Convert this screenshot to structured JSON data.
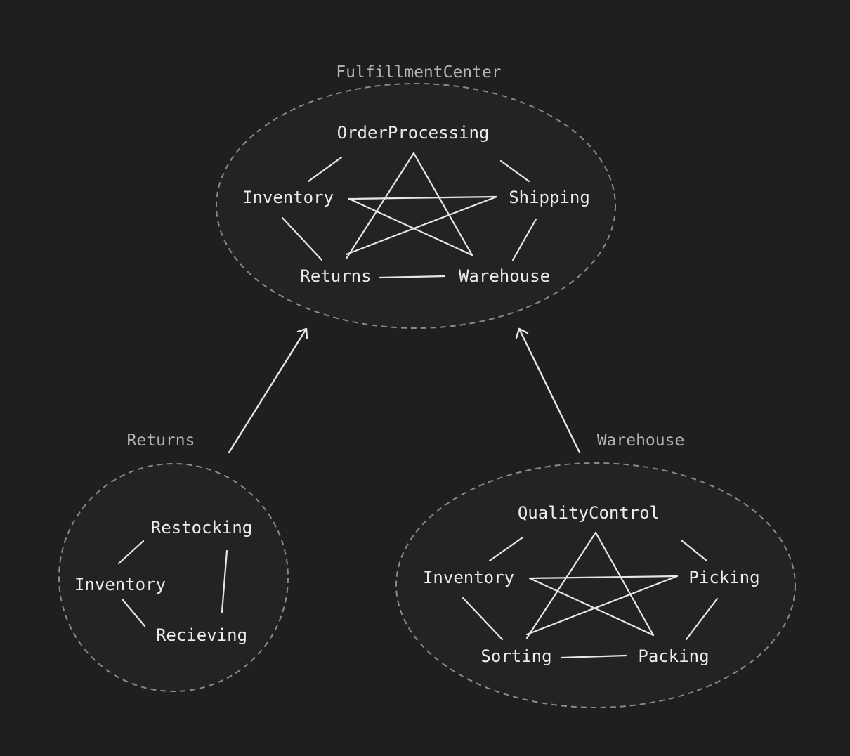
{
  "diagram": {
    "colors": {
      "background": "#1e1f21",
      "cluster_fill": "#232323",
      "cluster_stroke": "#8a8a8a",
      "edge": "#e6e6e6",
      "node_text": "#ececec",
      "cluster_text": "#b4b4b4"
    },
    "clusters": {
      "fulfillment": {
        "label": "FulfillmentCenter",
        "nodes": {
          "order_processing": "OrderProcessing",
          "inventory": "Inventory",
          "shipping": "Shipping",
          "returns": "Returns",
          "warehouse": "Warehouse"
        }
      },
      "returns": {
        "label": "Returns",
        "nodes": {
          "restocking": "Restocking",
          "inventory": "Inventory",
          "recieving": "Recieving"
        }
      },
      "warehouse": {
        "label": "Warehouse",
        "nodes": {
          "quality_control": "QualityControl",
          "inventory": "Inventory",
          "picking": "Picking",
          "sorting": "Sorting",
          "packing": "Packing"
        }
      }
    }
  }
}
